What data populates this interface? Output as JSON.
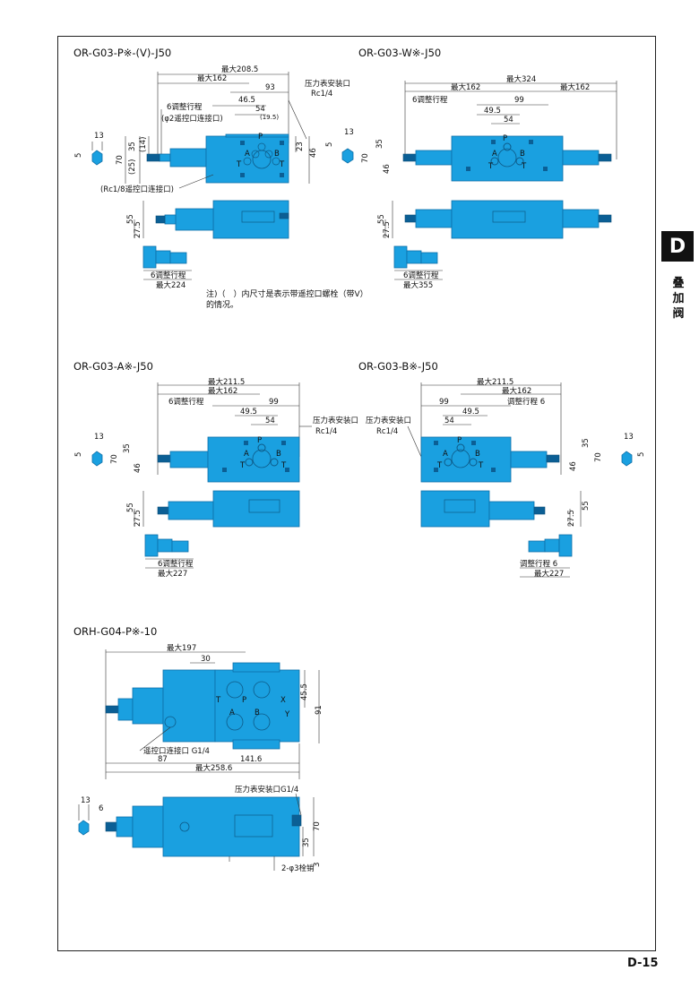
{
  "page": {
    "number": "D-15",
    "section_letter": "D",
    "section_name": "叠加阀"
  },
  "drawings": [
    {
      "model": "OR-G03-P※-(V)-J50",
      "dims": {
        "max_w": "最大208.5",
        "max_162": "最大162",
        "d93": "93",
        "d46_5": "46.5",
        "d54": "54",
        "d19_5": "(19.5)",
        "adj": "6调整行程",
        "pilot": "(φ2遥控口连接口)",
        "gauge": "压力表安装口",
        "rc": "Rc1/4",
        "h35": "35",
        "h14": "(14)",
        "h70": "70",
        "h25": "(25)",
        "h23": "23",
        "h46": "46",
        "h55": "55",
        "h27_5": "27.5",
        "v13": "13",
        "v5": "5",
        "rc18": "(Rc1/8遥控口连接口)",
        "adj2": "6调整行程",
        "max_bottom": "最大224"
      },
      "ports": {
        "p": "P",
        "a": "A",
        "b": "B",
        "t1": "T",
        "t2": "T"
      },
      "note_line1": "注)（　）内尺寸是表示带遥控口螺栓（带V）",
      "note_line2": "的情况。"
    },
    {
      "model": "OR-G03-W※-J50",
      "dims": {
        "max_w": "最大324",
        "max_l": "最大162",
        "max_r": "最大162",
        "adj": "6调整行程",
        "d99": "99",
        "d49_5": "49.5",
        "d54": "54",
        "h35": "35",
        "h70": "70",
        "h46": "46",
        "h55": "55",
        "h27_5": "27.5",
        "v13": "13",
        "v5": "5",
        "adj2": "6调整行程",
        "max_bottom": "最大355"
      },
      "ports": {
        "p": "P",
        "a": "A",
        "b": "B",
        "t1": "T",
        "t2": "T"
      }
    },
    {
      "model": "OR-G03-A※-J50",
      "dims": {
        "max_w": "最大211.5",
        "max_162": "最大162",
        "adj": "6调整行程",
        "d99": "99",
        "d49_5": "49.5",
        "d54": "54",
        "gauge": "压力表安装口",
        "rc": "Rc1/4",
        "h35": "35",
        "h70": "70",
        "h46": "46",
        "h55": "55",
        "h27_5": "27.5",
        "v13": "13",
        "v5": "5",
        "adj2": "6调整行程",
        "max_bottom": "最大227"
      },
      "ports": {
        "p": "P",
        "a": "A",
        "b": "B",
        "t1": "T",
        "t2": "T"
      }
    },
    {
      "model": "OR-G03-B※-J50",
      "dims": {
        "max_w": "最大211.5",
        "max_162": "最大162",
        "adj": "调整行程 6",
        "d99": "99",
        "d49_5": "49.5",
        "d54": "54",
        "gauge": "压力表安装口",
        "rc": "Rc1/4",
        "h35": "35",
        "h70": "70",
        "h46": "46",
        "h55": "55",
        "h27_5": "27.5",
        "v13": "13",
        "v5": "5",
        "adj2": "调整行程 6",
        "max_bottom": "最大227"
      },
      "ports": {
        "p": "P",
        "a": "A",
        "b": "B",
        "t1": "T",
        "t2": "T"
      }
    },
    {
      "model": "ORH-G04-P※-10",
      "dims": {
        "max_197": "最大197",
        "d30": "30",
        "h45_5": "45.5",
        "h91": "91",
        "pilot": "遥控口连接口 G1/4",
        "d87": "87",
        "d141_6": "141.6",
        "max_bottom": "最大258.6",
        "v13": "13",
        "v6": "6",
        "gauge": "压力表安装口G1/4",
        "h70": "70",
        "h35": "35",
        "h3": "3",
        "pin": "2-φ3栓销"
      },
      "ports": {
        "t": "T",
        "p": "P",
        "x": "X",
        "a": "A",
        "b": "B",
        "y": "Y"
      }
    }
  ],
  "colors": {
    "valve_blue": "#1aa0e0",
    "outline": "#0d6fa8",
    "frame": "#222222"
  }
}
